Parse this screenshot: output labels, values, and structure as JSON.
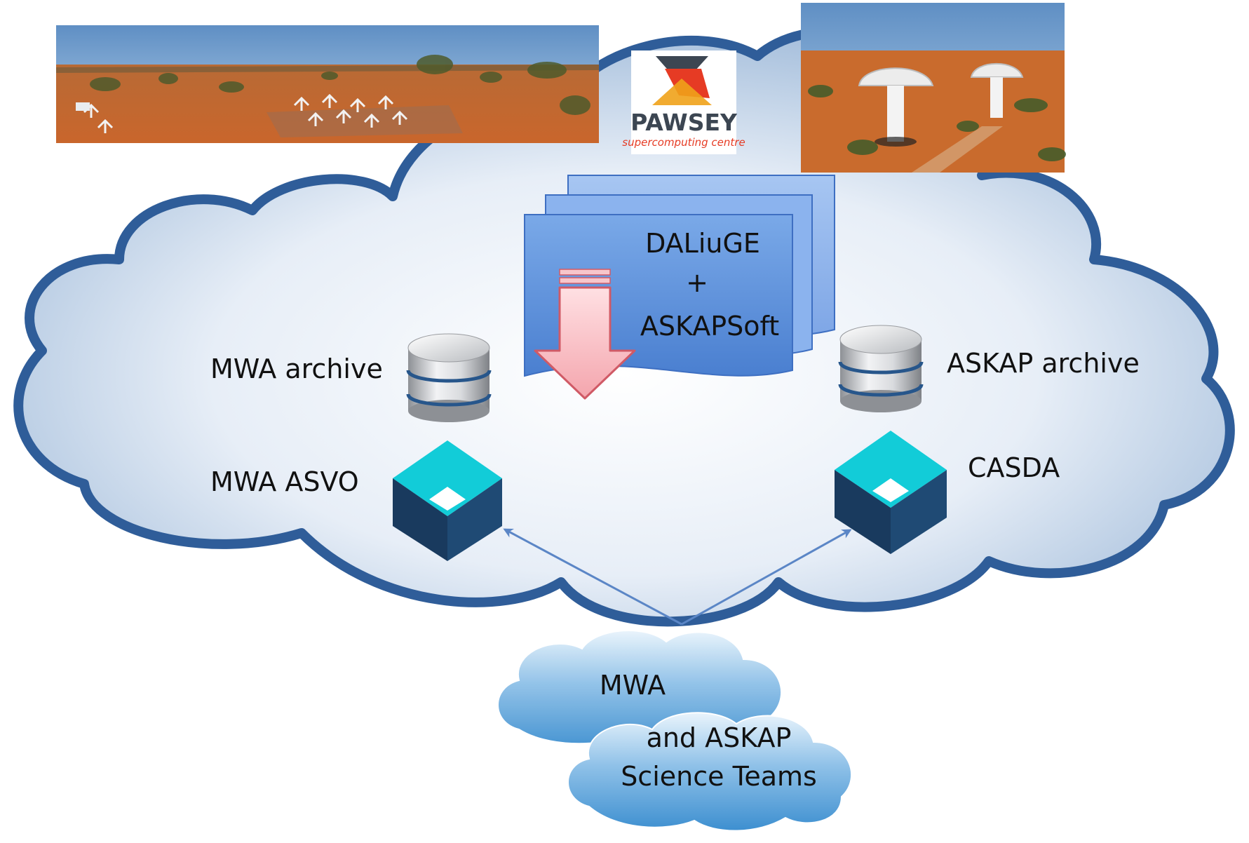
{
  "logo": {
    "name": "PAWSEY",
    "subtitle": "supercomputing centre"
  },
  "pipeline": {
    "line1": "DALiuGE",
    "line2": "+",
    "line3": "ASKAPSoft"
  },
  "labels": {
    "mwa_archive": "MWA archive",
    "askap_archive": "ASKAP archive",
    "mwa_asvo": "MWA ASVO",
    "casda": "CASDA"
  },
  "teams": {
    "line1": "MWA",
    "line2": "and ASKAP",
    "line3": "Science Teams"
  },
  "photos": {
    "left": "mwa-telescope-photo",
    "right": "askap-dish-photo"
  },
  "colors": {
    "cloud_border": "#2f5d99",
    "cloud_fill_center": "#ffffff",
    "cloud_fill_edge": "#a9c2df",
    "doc_fill": "#5f8fdb",
    "arrow_fill": "#f7b8bd",
    "cube_top": "#12ccd8",
    "cube_side": "#193a5e",
    "connector": "#5b86c6",
    "pawsey_text": "#3c4652",
    "pawsey_accent": "#e63b24"
  }
}
